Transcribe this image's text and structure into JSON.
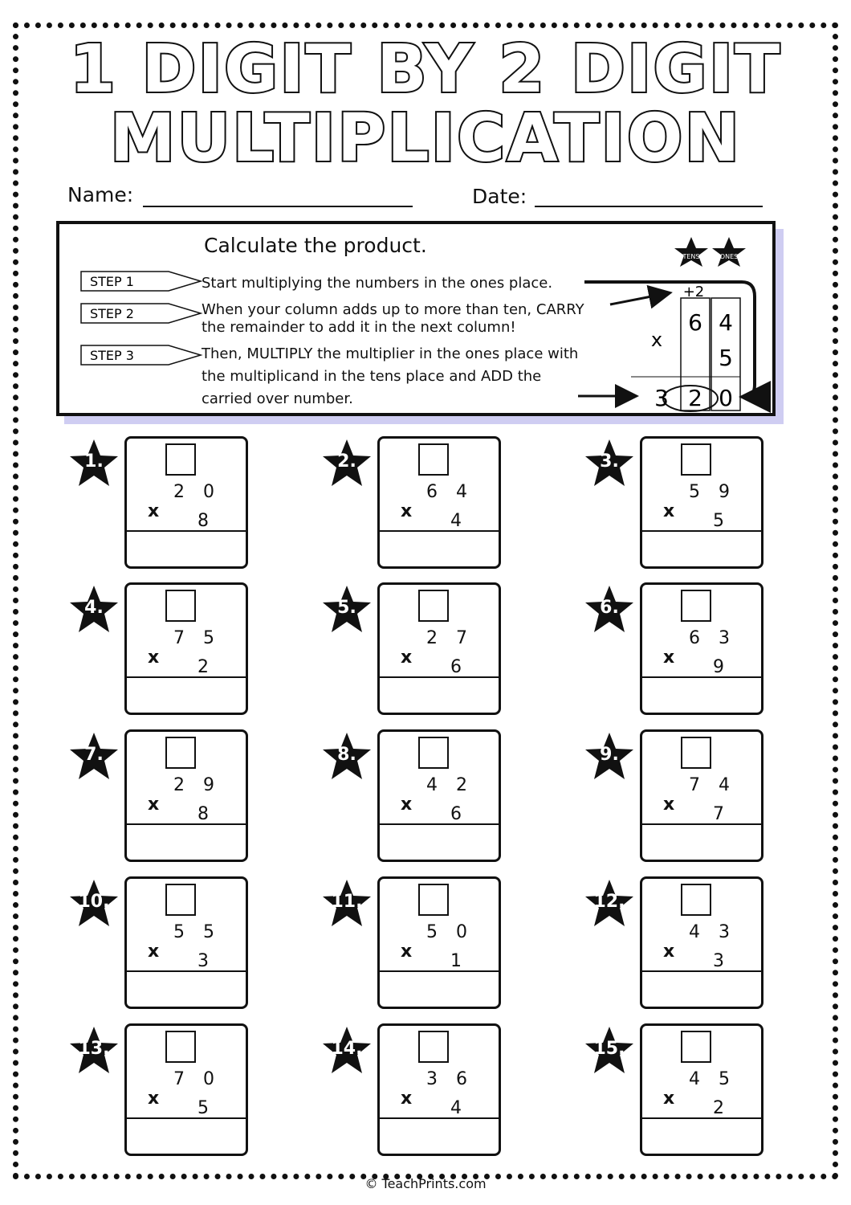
{
  "title": {
    "line1": "1 DIGIT BY 2 DIGIT",
    "line2": "MULTIPLICATION"
  },
  "fields": {
    "name_label": "Name:",
    "date_label": "Date:"
  },
  "instructions": {
    "heading": "Calculate the product.",
    "steps": [
      {
        "label": "STEP 1",
        "text": [
          "Start multiplying the numbers in the ones place."
        ]
      },
      {
        "label": "STEP 2",
        "text": [
          "When your column adds up to more than ten, CARRY",
          "the remainder to add it in the next column!"
        ]
      },
      {
        "label": "STEP 3",
        "text": [
          "Then, MULTIPLY the multiplier in the ones place with",
          "the multiplicand in the tens place and ADD the",
          "carried over number."
        ]
      }
    ],
    "example": {
      "tens_label": "TENS",
      "ones_label": "ONES",
      "carry": "+2",
      "top_tens": "6",
      "top_ones": "4",
      "operator": "x",
      "bottom_ones": "5",
      "result": [
        "3",
        "2",
        "0"
      ]
    }
  },
  "problems": [
    {
      "num": "1.",
      "top": "2 0",
      "bottom": "8"
    },
    {
      "num": "2.",
      "top": "6 4",
      "bottom": "4"
    },
    {
      "num": "3.",
      "top": "5 9",
      "bottom": "5"
    },
    {
      "num": "4.",
      "top": "7 5",
      "bottom": "2"
    },
    {
      "num": "5.",
      "top": "2 7",
      "bottom": "6"
    },
    {
      "num": "6.",
      "top": "6 3",
      "bottom": "9"
    },
    {
      "num": "7.",
      "top": "2 9",
      "bottom": "8"
    },
    {
      "num": "8.",
      "top": "4 2",
      "bottom": "6"
    },
    {
      "num": "9.",
      "top": "7 4",
      "bottom": "7"
    },
    {
      "num": "10.",
      "top": "5 5",
      "bottom": "3"
    },
    {
      "num": "11.",
      "top": "5 0",
      "bottom": "1"
    },
    {
      "num": "12.",
      "top": "4 3",
      "bottom": "3"
    },
    {
      "num": "13.",
      "top": "7 0",
      "bottom": "5"
    },
    {
      "num": "14.",
      "top": "3 6",
      "bottom": "4"
    },
    {
      "num": "15.",
      "top": "4 5",
      "bottom": "2"
    }
  ],
  "operator": "x",
  "footer": "© TeachPrints.com"
}
